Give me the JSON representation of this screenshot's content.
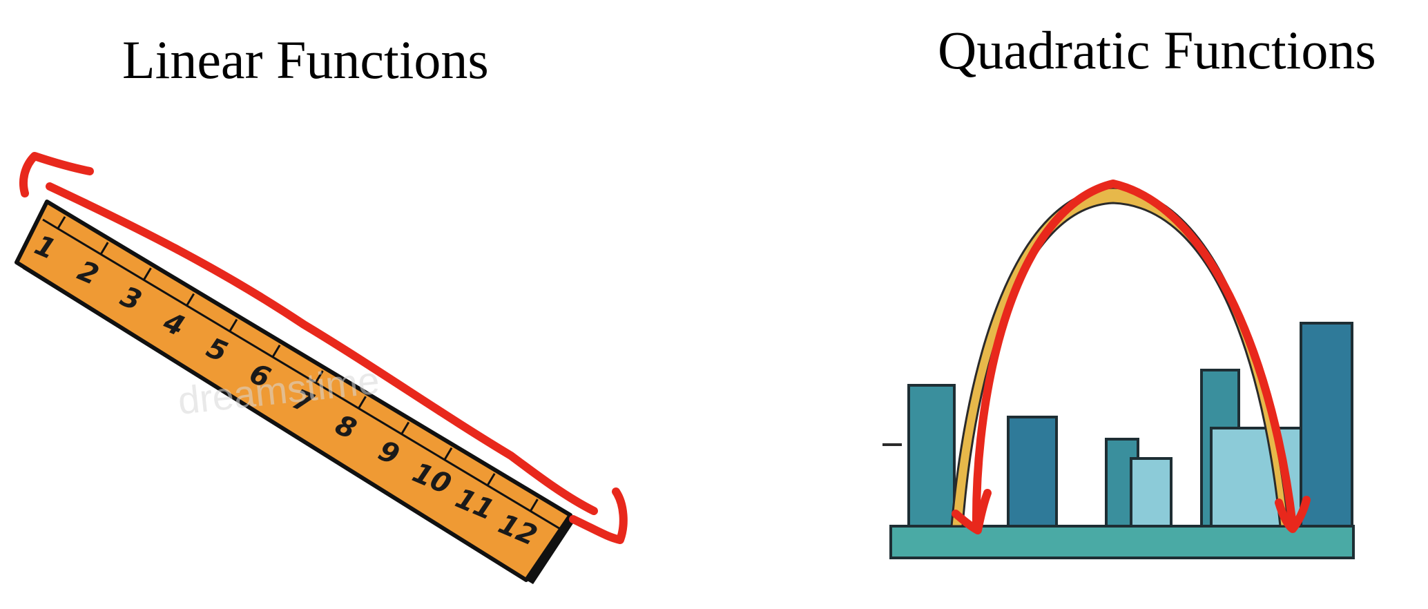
{
  "titles": {
    "linear": "Linear Functions",
    "quadratic": "Quadratic Functions"
  },
  "ruler": {
    "numbers": [
      "1",
      "2",
      "3",
      "4",
      "5",
      "6",
      "7",
      "8",
      "9",
      "10",
      "11",
      "12"
    ],
    "watermark": "dreamstime"
  },
  "colors": {
    "ruler_face": "#ef9a34",
    "ruler_edge": "#111111",
    "annotation_red": "#e8281c",
    "arch_gold": "#e7b84a",
    "building_dark": "#2f7a99",
    "building_mid": "#3a8f9d",
    "building_light": "#8ccbd8",
    "ground": "#4aaaa5"
  }
}
